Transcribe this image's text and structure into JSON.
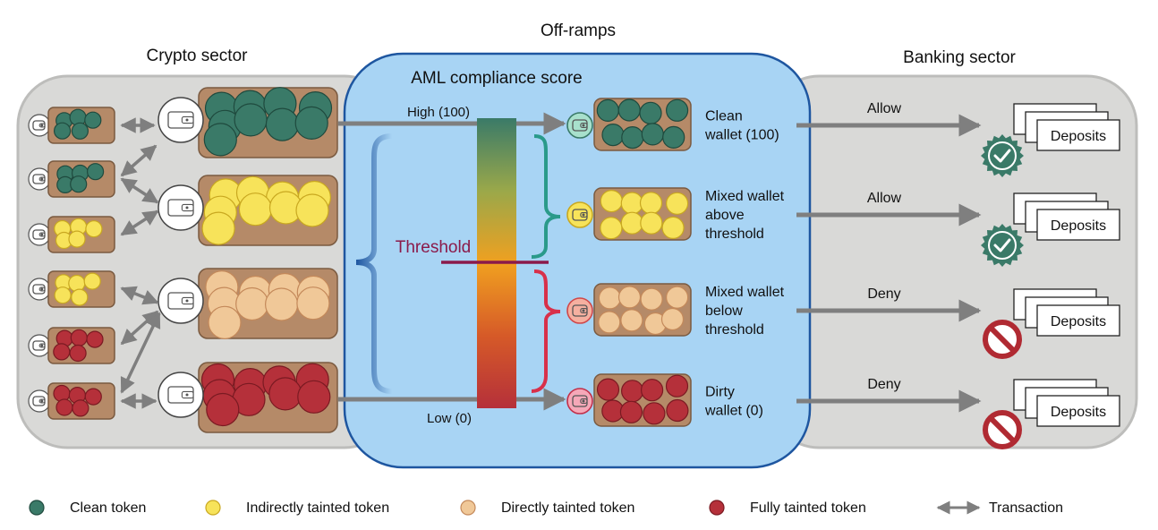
{
  "headers": {
    "crypto": "Crypto sector",
    "offramps": "Off-ramps",
    "banking": "Banking sector",
    "aml": "AML compliance score"
  },
  "scale": {
    "high": "High (100)",
    "low": "Low (0)",
    "threshold": "Threshold"
  },
  "outcomes": [
    {
      "label_lines": [
        "Clean",
        "wallet (100)"
      ],
      "action": "Allow",
      "deposits": "Deposits",
      "status": "approved-seal-icon",
      "token": "clean"
    },
    {
      "label_lines": [
        "Mixed wallet",
        "above",
        "threshold"
      ],
      "action": "Allow",
      "deposits": "Deposits",
      "status": "approved-seal-icon",
      "token": "indirect"
    },
    {
      "label_lines": [
        "Mixed wallet",
        "below",
        "threshold"
      ],
      "action": "Deny",
      "deposits": "Deposits",
      "status": "prohibited-icon",
      "token": "direct"
    },
    {
      "label_lines": [
        "Dirty",
        "wallet (0)"
      ],
      "action": "Deny",
      "deposits": "Deposits",
      "status": "prohibited-icon",
      "token": "full"
    }
  ],
  "legend": [
    {
      "label": "Clean token",
      "icon": "clean-token-icon"
    },
    {
      "label": "Indirectly tainted token",
      "icon": "indirect-token-icon"
    },
    {
      "label": "Directly tainted token",
      "icon": "direct-token-icon"
    },
    {
      "label": "Fully tainted token",
      "icon": "full-token-icon"
    },
    {
      "label": "Transaction",
      "icon": "double-arrow-icon"
    }
  ],
  "colors": {
    "clean": "#3a7a68",
    "indirect": "#f7e35a",
    "direct": "#f0c898",
    "full": "#b5303a",
    "wallet_box": "#b58a68",
    "offramp_panel": "#a8d4f4",
    "offramp_border": "#1e56a0",
    "sector_panel": "#d9d9d7",
    "arrow": "#7f7f7f",
    "threshold": "#8b1a4a",
    "approve": "#3a7a68",
    "deny": "#b02a32"
  }
}
